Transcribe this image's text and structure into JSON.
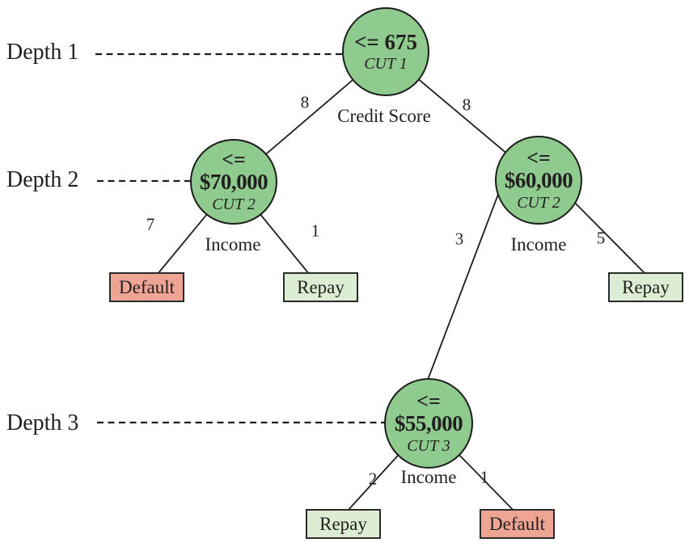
{
  "colors": {
    "node_fill": "#8fca8e",
    "node_stroke": "#1d1d1b",
    "repay_fill": "#dcedd4",
    "default_fill": "#eea593",
    "box_stroke": "#2b2b2b",
    "text": "#231f20",
    "edge_color": "#1d1d1b"
  },
  "depth_labels": [
    {
      "label": "Depth 1"
    },
    {
      "label": "Depth 2"
    },
    {
      "label": "Depth 3"
    }
  ],
  "nodes": [
    {
      "condition": "<= 675",
      "cut": "CUT 1",
      "feature": "Credit Score"
    },
    {
      "operator": "<=",
      "threshold": "$70,000",
      "cut": "CUT 2",
      "feature": "Income"
    },
    {
      "operator": "<=",
      "threshold": "$60,000",
      "cut": "CUT 2",
      "feature": "Income"
    },
    {
      "operator": "<=",
      "threshold": "$55,000",
      "cut": "CUT 3",
      "feature": "Income"
    }
  ],
  "edge_counts": {
    "root_left": "8",
    "root_right": "8",
    "left_default": "7",
    "left_repay": "1",
    "right_cut3": "3",
    "right_repay": "5",
    "cut3_repay": "2",
    "cut3_default": "1"
  },
  "leaves": [
    {
      "label": "Default"
    },
    {
      "label": "Repay"
    },
    {
      "label": "Repay"
    },
    {
      "label": "Repay"
    },
    {
      "label": "Default"
    }
  ]
}
